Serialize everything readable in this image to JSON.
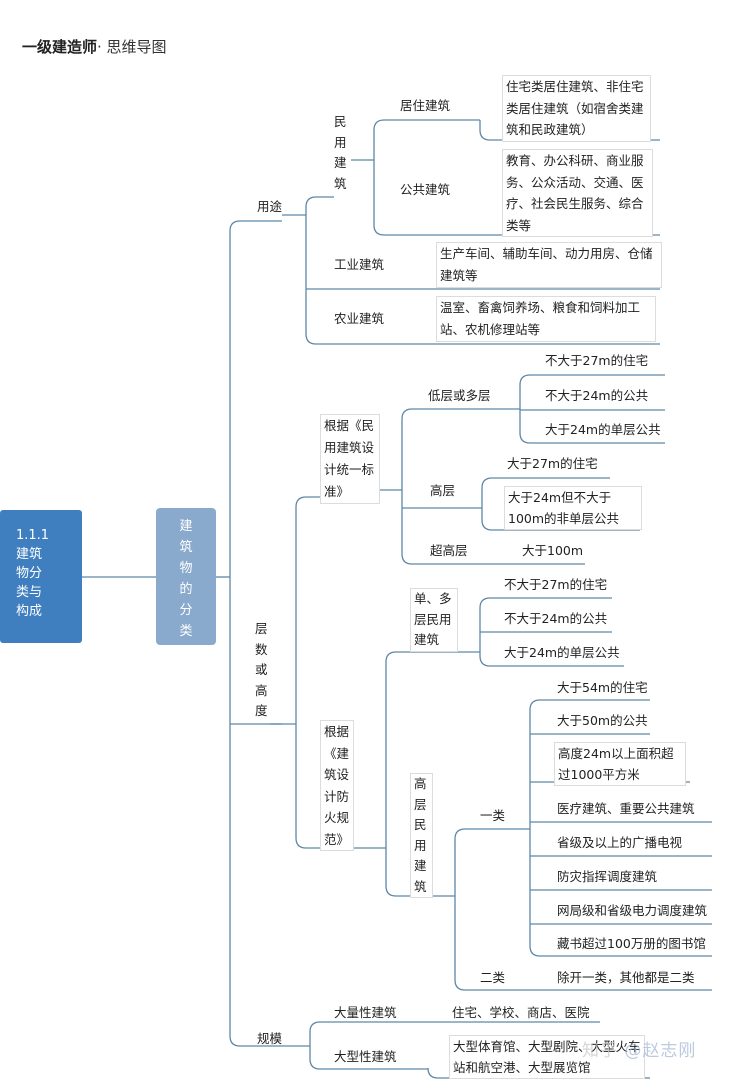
{
  "title": "一级建造师",
  "subtitle": "· 思维导图",
  "root": {
    "code": "1.1.1",
    "text": "建筑物分类与构成"
  },
  "level1": "建筑物的分类",
  "branches": {
    "usage": {
      "label": "用途",
      "civil": {
        "label": "民用建筑",
        "residential": {
          "label": "居住建筑",
          "detail": "住宅类居住建筑、非住宅类居住建筑（如宿舍类建筑和民政建筑）"
        },
        "public": {
          "label": "公共建筑",
          "detail": "教育、办公科研、商业服务、公众活动、交通、医疗、社会民生服务、综合类等"
        }
      },
      "industrial": {
        "label": "工业建筑",
        "detail": "生产车间、辅助车间、动力用房、仓储建筑等"
      },
      "agricultural": {
        "label": "农业建筑",
        "detail": "温室、畜禽饲养场、粮食和饲料加工站、农机修理站等"
      }
    },
    "height": {
      "label": "层数或高度",
      "civil_std": {
        "label": "根据《民用建筑设计统一标准》",
        "low": {
          "label": "低层或多层",
          "items": [
            "不大于27m的住宅",
            "不大于24m的公共",
            "大于24m的单层公共"
          ]
        },
        "high": {
          "label": "高层",
          "items": [
            "大于27m的住宅",
            "大于24m但不大于100m的非单层公共"
          ]
        },
        "super": {
          "label": "超高层",
          "detail": "大于100m"
        }
      },
      "fire_std": {
        "label": "根据《建筑设计防火规范》",
        "multi": {
          "label": "单、多层民用建筑",
          "items": [
            "不大于27m的住宅",
            "不大于24m的公共",
            "大于24m的单层公共"
          ]
        },
        "high": {
          "label": "高层民用建筑",
          "class1": {
            "label": "一类",
            "items": [
              "大于54m的住宅",
              "大于50m的公共",
              "高度24m以上面积超过1000平方米",
              "医疗建筑、重要公共建筑",
              "省级及以上的广播电视",
              "防灾指挥调度建筑",
              "网局级和省级电力调度建筑",
              "藏书超过100万册的图书馆"
            ]
          },
          "class2": {
            "label": "二类",
            "detail": "除开一类，其他都是二类"
          }
        }
      }
    },
    "scale": {
      "label": "规模",
      "mass": {
        "label": "大量性建筑",
        "detail": "住宅、学校、商店、医院"
      },
      "large": {
        "label": "大型性建筑",
        "detail": "大型体育馆、大型剧院、大型火车站和航空港、大型展览馆"
      }
    }
  },
  "watermark": {
    "brand": "知乎",
    "handle": "@赵志刚"
  }
}
